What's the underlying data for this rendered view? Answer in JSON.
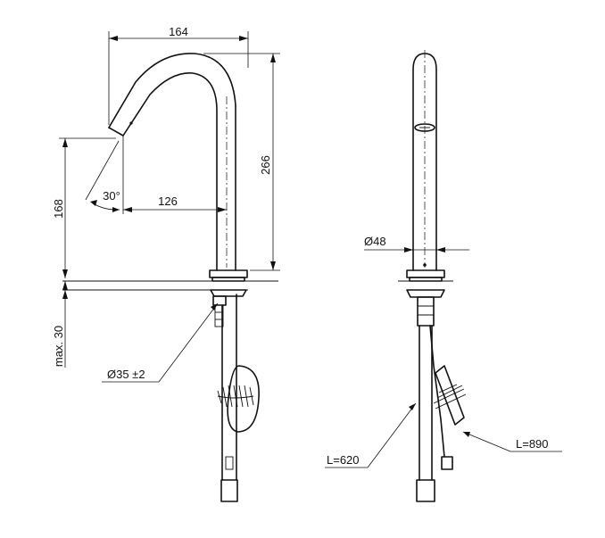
{
  "labels": {
    "width": "164",
    "height": "266",
    "spout_height": "168",
    "reach": "126",
    "angle": "30°",
    "max_thickness": "max. 30",
    "hole_diameter": "Ø35 ±2",
    "body_diameter": "Ø48",
    "hose_length": "L=620",
    "cable_length": "L=890"
  }
}
